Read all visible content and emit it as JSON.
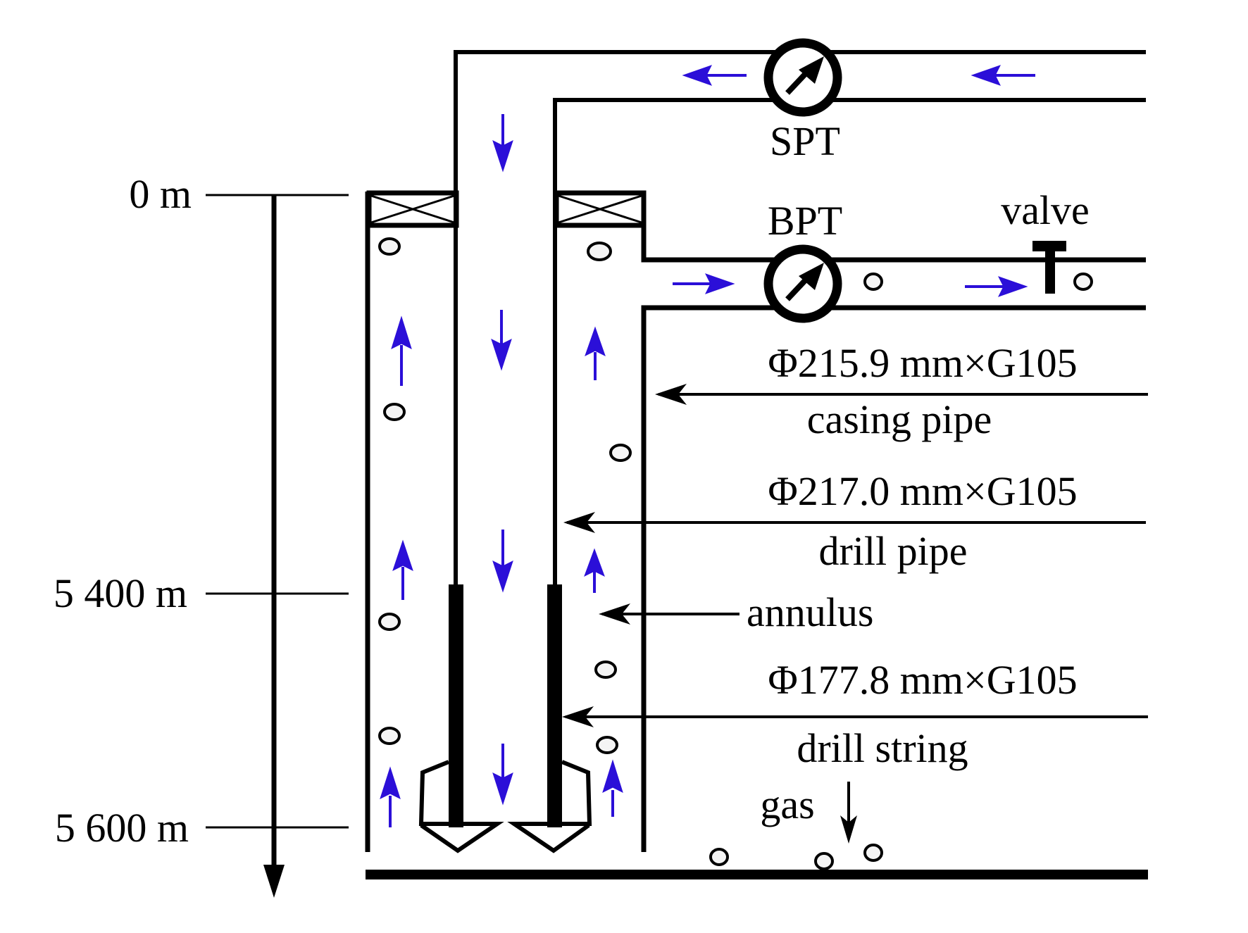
{
  "depth_axis": {
    "labels": [
      "0 m",
      "5 400 m",
      "5 600 m"
    ]
  },
  "gauges": {
    "spt": "SPT",
    "bpt": "BPT"
  },
  "valve_label": "valve",
  "callouts": {
    "casing_spec": "Φ215.9 mm×G105",
    "casing_name": "casing pipe",
    "drillpipe_spec": "Φ217.0 mm×G105",
    "drillpipe_name": "drill pipe",
    "annulus": "annulus",
    "drillstring_spec": "Φ177.8 mm×G105",
    "drillstring_name": "drill string",
    "gas": "gas"
  },
  "colors": {
    "flow_arrow": "#2b0fd8",
    "structure": "#000000"
  }
}
